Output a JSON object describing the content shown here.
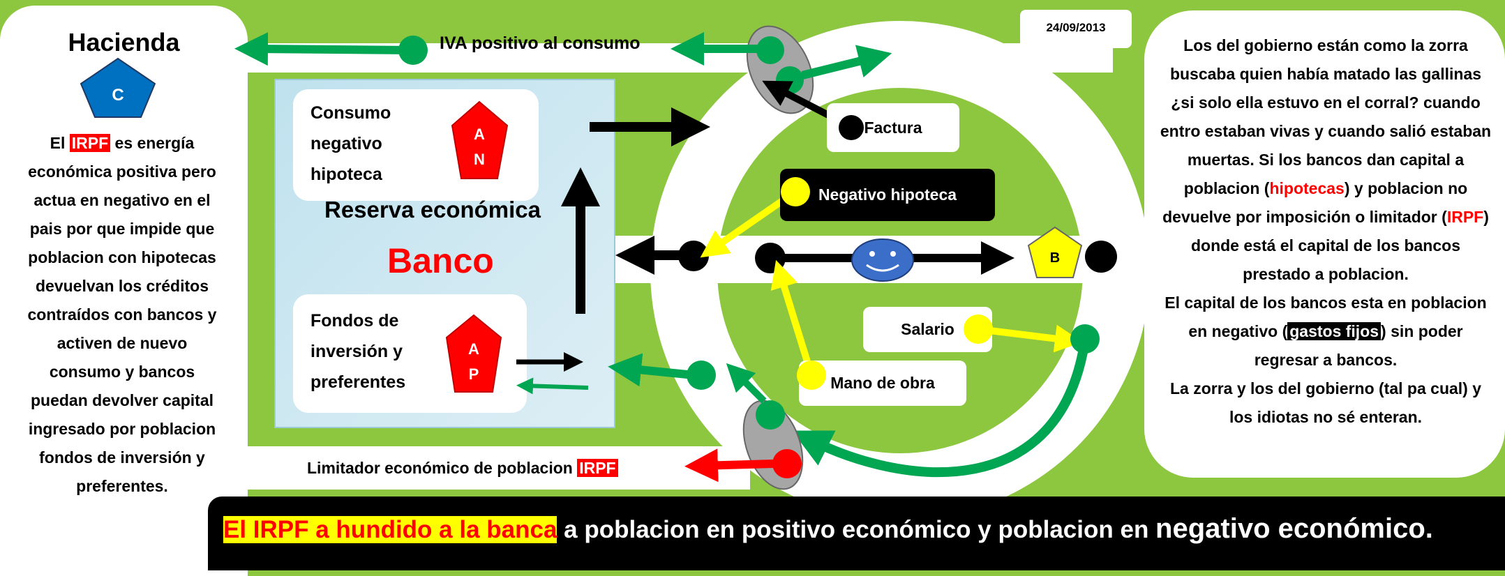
{
  "date": "24/09/2013",
  "hacienda": {
    "title": "Hacienda",
    "pentagon_label": "C",
    "text_before": "El ",
    "irpf": "IRPF",
    "text_after": " es energía económica positiva pero actua en negativo en el pais por que impide que poblacion con hipotecas devuelvan los créditos contraídos con bancos y activen de nuevo consumo y bancos puedan devolver capital ingresado por poblacion fondos de inversión y preferentes."
  },
  "top_arrow_label": "IVA positivo al consumo",
  "bottom_arrow_label": "Limitador económico de poblacion ",
  "bottom_arrow_irpf": "IRPF",
  "bank": {
    "consumo_label": "Consumo negativo hipoteca",
    "consumo_pentagon": [
      "A",
      "N"
    ],
    "reserva_label": "Reserva económica",
    "banco_label": "Banco",
    "fondos_label": "Fondos de inversión y preferentes",
    "fondos_pentagon": [
      "A",
      "P"
    ]
  },
  "circle_labels": {
    "factura": "Factura",
    "negativo_hipoteca": "Negativo hipoteca",
    "salario": "Salario",
    "mano_de_obra": "Mano de obra",
    "b_pentagon": "B"
  },
  "right_panel": {
    "p1": "Los del gobierno están como la zorra buscaba quien había matado las gallinas ¿si solo ella estuvo en el corral? cuando entro estaban vivas y cuando salió estaban muertas. Si los bancos dan capital a poblacion (",
    "hipotecas": "hipotecas",
    "p2": ") y poblacion no devuelve por imposición o limitador (",
    "irpf": "IRPF",
    "p3": ") donde está el capital de los bancos prestado a poblacion.",
    "p4": "El capital de los bancos esta en poblacion en negativo (",
    "gastos_fijos": "gastos fijos",
    "p5": ") sin poder regresar a bancos.",
    "p6": "La zorra y los del gobierno (tal pa cual) y los idiotas no sé enteran."
  },
  "bottom_banner": {
    "highlight": "El IRPF a hundido a la banca",
    "middle": " a poblacion en positivo económico y poblacion en ",
    "end": "negativo económico."
  },
  "colors": {
    "background": "#8dc63f",
    "green_arrow": "#00a651",
    "yellow": "#ffff00",
    "red": "#ff0000",
    "blue_pentagon": "#0070c0"
  }
}
